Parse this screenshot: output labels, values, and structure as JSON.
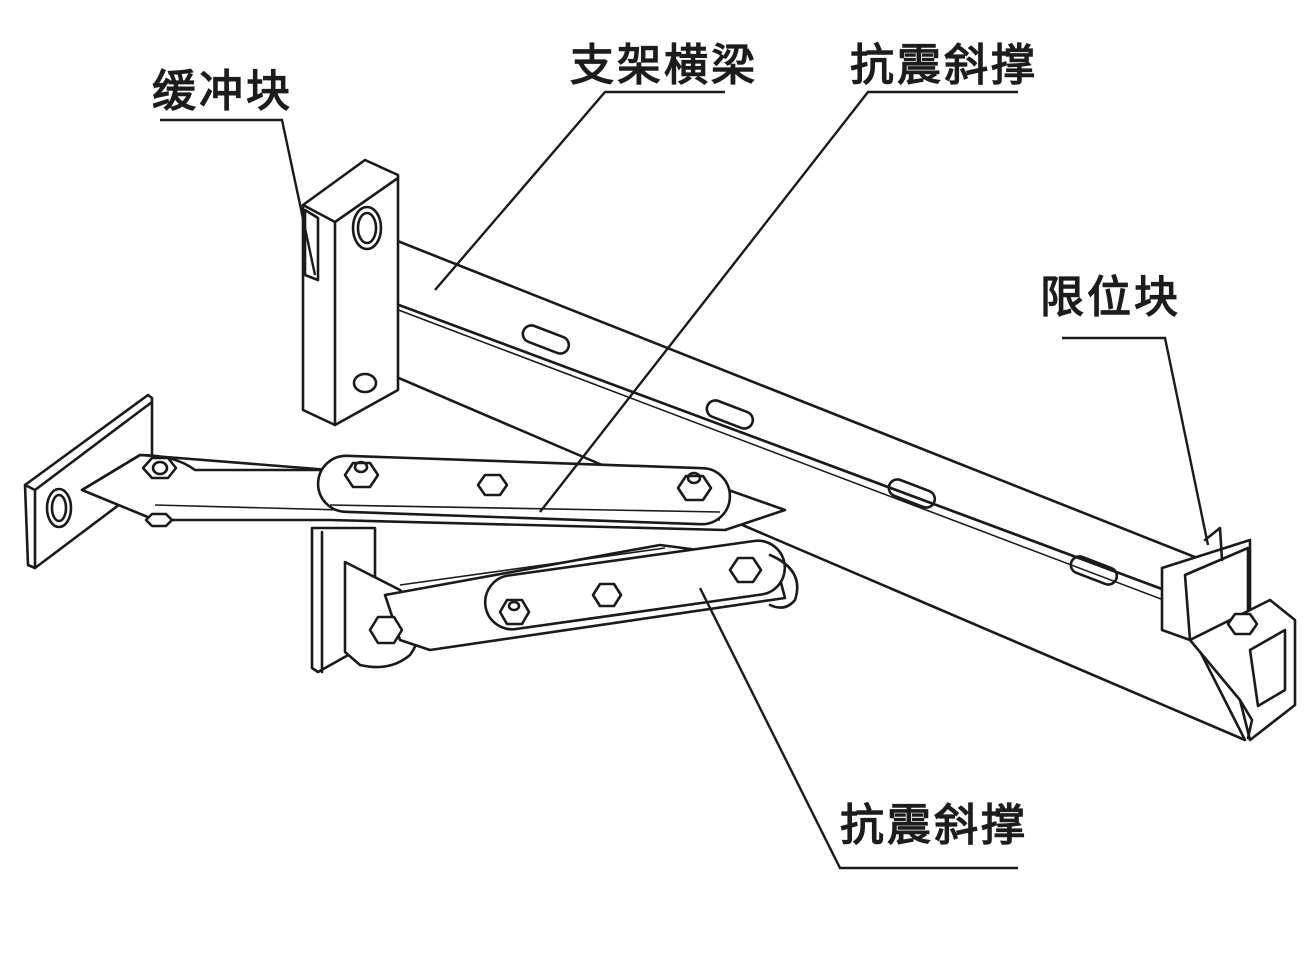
{
  "labels": {
    "buffer_block": "缓冲块",
    "beam": "支架横梁",
    "brace_top": "抗震斜撑",
    "limit_block": "限位块",
    "brace_bottom": "抗震斜撑"
  },
  "colors": {
    "ink": "#1a1a1a",
    "paper": "#ffffff"
  }
}
